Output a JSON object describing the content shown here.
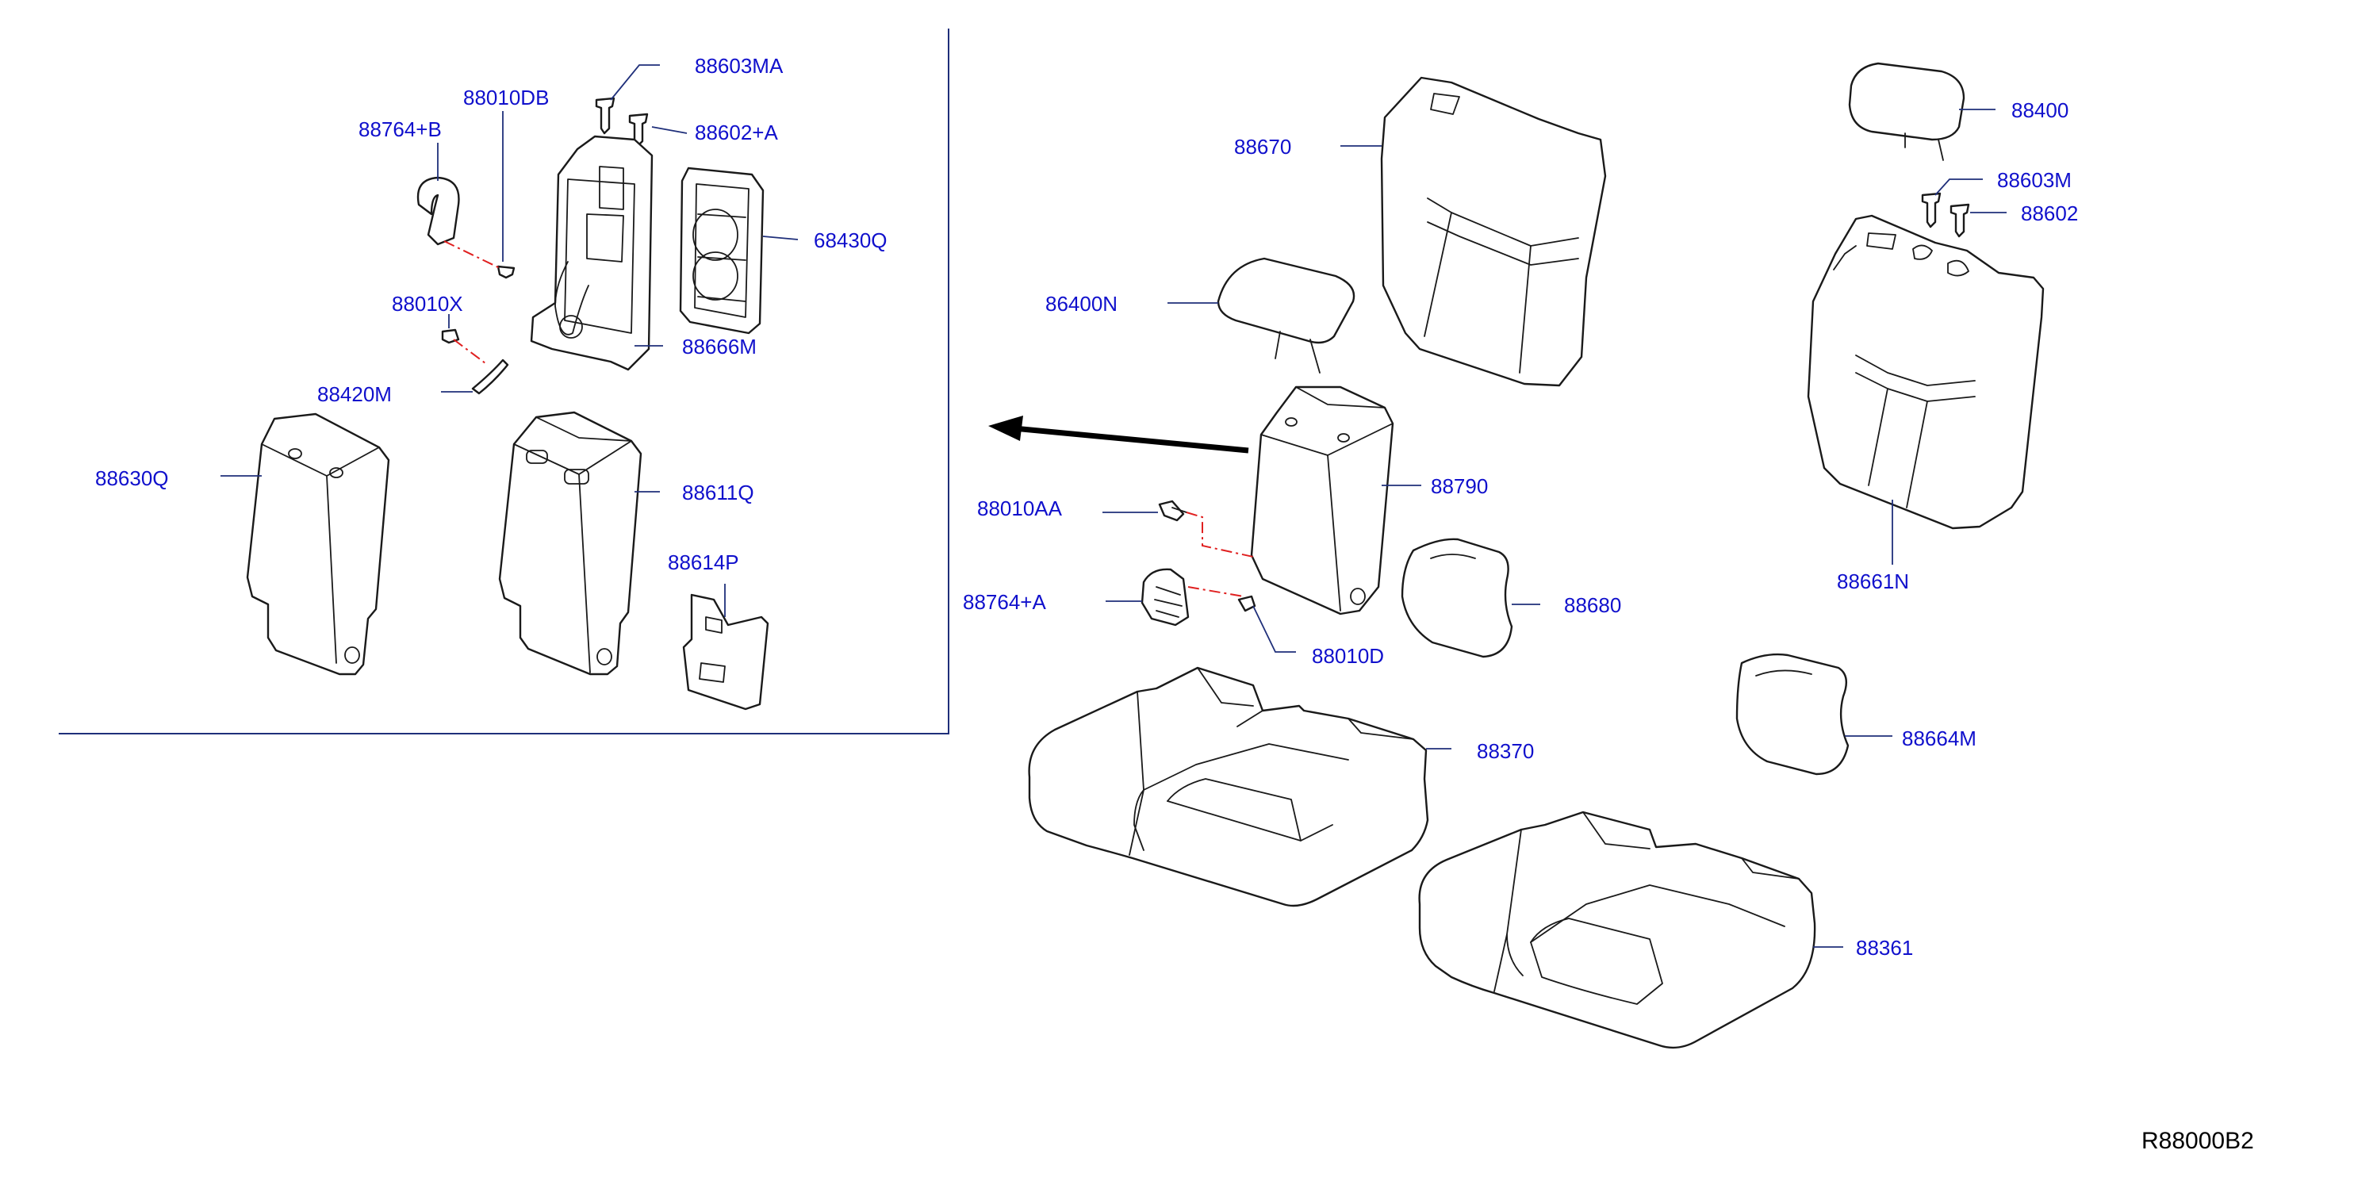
{
  "diagram": {
    "reference_code": "R88000B2",
    "callouts": {
      "p88603MA": "88603MA",
      "p88010DB": "88010DB",
      "p88764B": "88764+B",
      "p88602A": "88602+A",
      "p68430Q": "68430Q",
      "p88010X": "88010X",
      "p88666M": "88666M",
      "p88420M": "88420M",
      "p88630Q": "88630Q",
      "p88611Q": "88611Q",
      "p88614P": "88614P",
      "p88670": "88670",
      "p86400N": "86400N",
      "p88790": "88790",
      "p88010AA": "88010AA",
      "p88764A": "88764+A",
      "p88010D": "88010D",
      "p88680": "88680",
      "p88370": "88370",
      "p88361": "88361",
      "p88400": "88400",
      "p88603M": "88603M",
      "p88602": "88602",
      "p88661N": "88661N",
      "p88664M": "88664M"
    }
  }
}
